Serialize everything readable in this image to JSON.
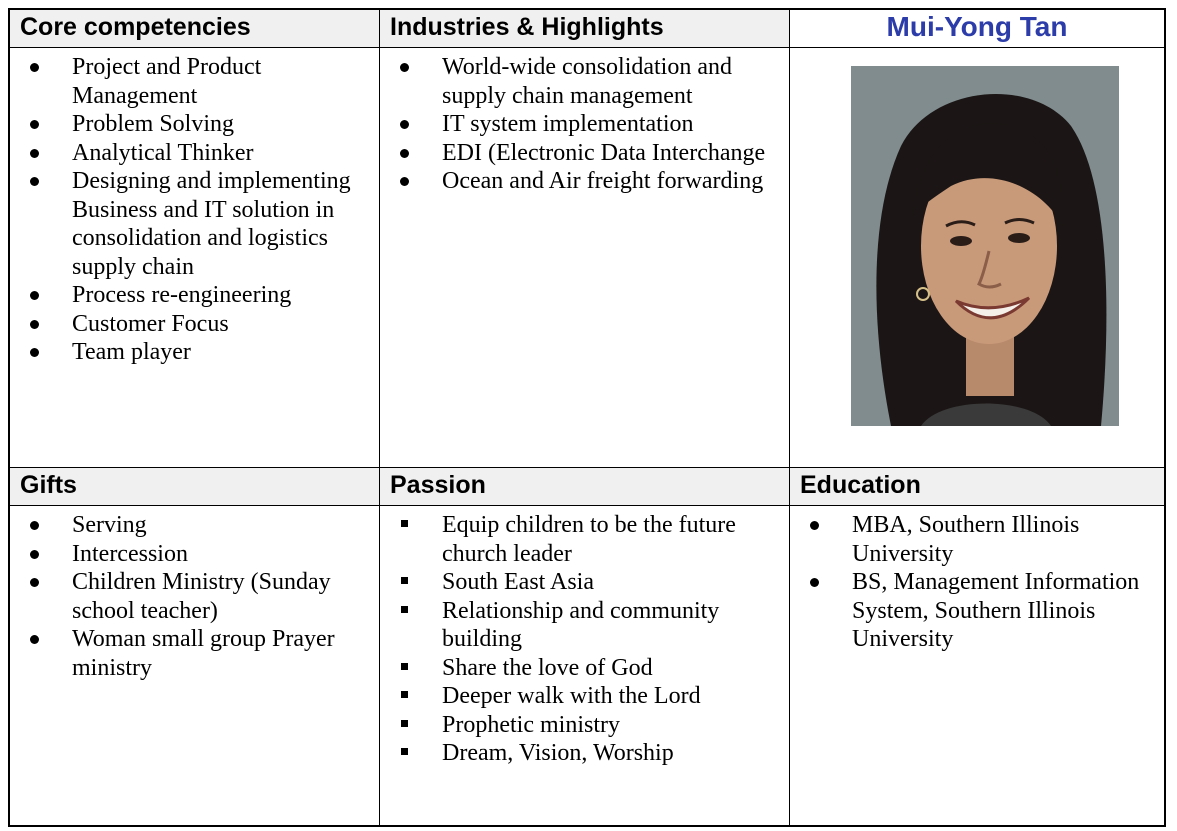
{
  "headers": {
    "core": "Core competencies",
    "industries": "Industries & Highlights",
    "name": "Mui-Yong Tan",
    "gifts": "Gifts",
    "passion": "Passion",
    "education": "Education"
  },
  "core_items": [
    "Project and Product Management",
    "Problem Solving",
    "Analytical Thinker",
    "Designing and implementing Business and IT solution in consolidation and logistics supply chain",
    "Process re-engineering",
    "Customer Focus",
    "Team player"
  ],
  "industries_items": [
    "World-wide consolidation and supply chain management",
    "IT system implementation",
    "EDI (Electronic Data Interchange",
    "Ocean and Air freight forwarding"
  ],
  "gifts_items": [
    "Serving",
    "Intercession",
    "Children Ministry (Sunday school teacher)",
    "Woman small group Prayer ministry"
  ],
  "passion_items": [
    "Equip children to be the future church leader",
    "South East Asia",
    "Relationship and community building",
    "Share the love of God",
    "Deeper walk with the Lord",
    "Prophetic ministry",
    "Dream, Vision, Worship"
  ],
  "education_items": [
    "MBA, Southern Illinois University",
    "BS, Management Information System, Southern Illinois University"
  ],
  "colors": {
    "name": "#2c3ca8",
    "header_bg": "#f0f0f0",
    "photo_bg": "#7d8a8c"
  }
}
